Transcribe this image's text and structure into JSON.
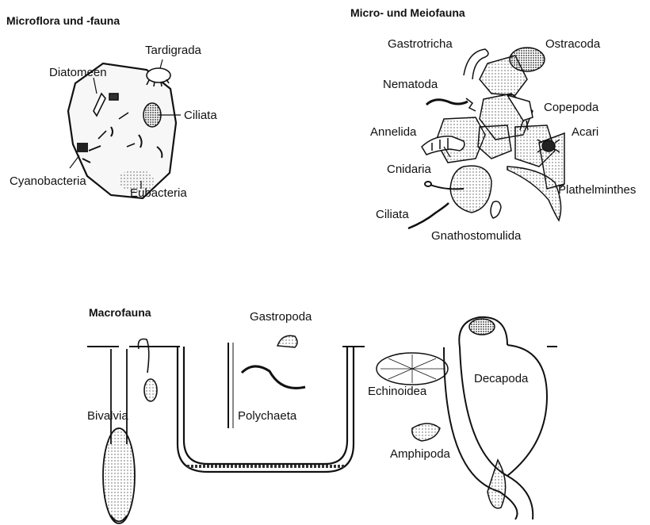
{
  "headings": {
    "microflora": "Microflora und -fauna",
    "meiofauna": "Micro- und Meiofauna",
    "macrofauna": "Macrofauna"
  },
  "microflora_labels": {
    "tardigrada": "Tardigrada",
    "diatomeen": "Diatomeen",
    "ciliata": "Ciliata",
    "cyanobacteria": "Cyanobacteria",
    "eubacteria": "Eubacteria"
  },
  "meiofauna_labels": {
    "gastrotricha": "Gastrotricha",
    "ostracoda": "Ostracoda",
    "nematoda": "Nematoda",
    "copepoda": "Copepoda",
    "annelida": "Annelida",
    "acari": "Acari",
    "cnidaria": "Cnidaria",
    "plathelminthes": "Plathelminthes",
    "ciliata": "Ciliata",
    "gnathostomulida": "Gnathostomulida"
  },
  "macrofauna_labels": {
    "gastropoda": "Gastropoda",
    "bivalvia": "Bivalvia",
    "polychaeta": "Polychaeta",
    "echinoidea": "Echinoidea",
    "decapoda": "Decapoda",
    "amphipoda": "Amphipoda"
  }
}
